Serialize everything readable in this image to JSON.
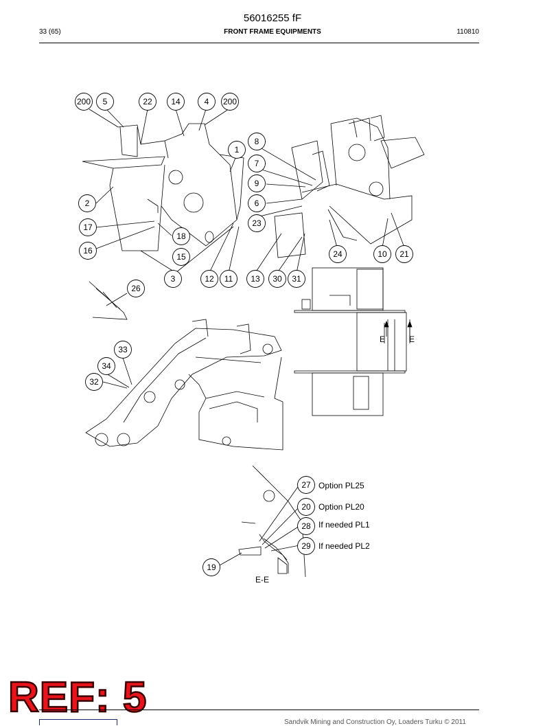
{
  "header": {
    "doc_number": "56016255 fF",
    "page": "33 (65)",
    "title": "FRONT FRAME EQUIPMENTS",
    "date_code": "110810"
  },
  "callouts": {
    "c200a": "200",
    "c5": "5",
    "c22": "22",
    "c14": "14",
    "c4": "4",
    "c200b": "200",
    "c1": "1",
    "c8": "8",
    "c7": "7",
    "c9": "9",
    "c6": "6",
    "c23": "23",
    "c2": "2",
    "c17": "17",
    "c18": "18",
    "c16": "16",
    "c15": "15",
    "c3": "3",
    "c12": "12",
    "c11": "11",
    "c13": "13",
    "c30": "30",
    "c31": "31",
    "c24": "24",
    "c10": "10",
    "c21": "21",
    "c26": "26",
    "c33": "33",
    "c34": "34",
    "c32": "32",
    "c27": "27",
    "c20": "20",
    "c28": "28",
    "c29": "29",
    "c19": "19"
  },
  "notes": {
    "n27": "Option PL25",
    "n20": "Option PL20",
    "n28": "If needed PL1",
    "n29": "If needed PL2"
  },
  "section": {
    "marker_left": "E",
    "marker_right": "E",
    "section_label": "E-E"
  },
  "stamp": "REF: 5",
  "footer": {
    "copyright": "Sandvik Mining and Construction Oy, Loaders Turku © 2011"
  }
}
